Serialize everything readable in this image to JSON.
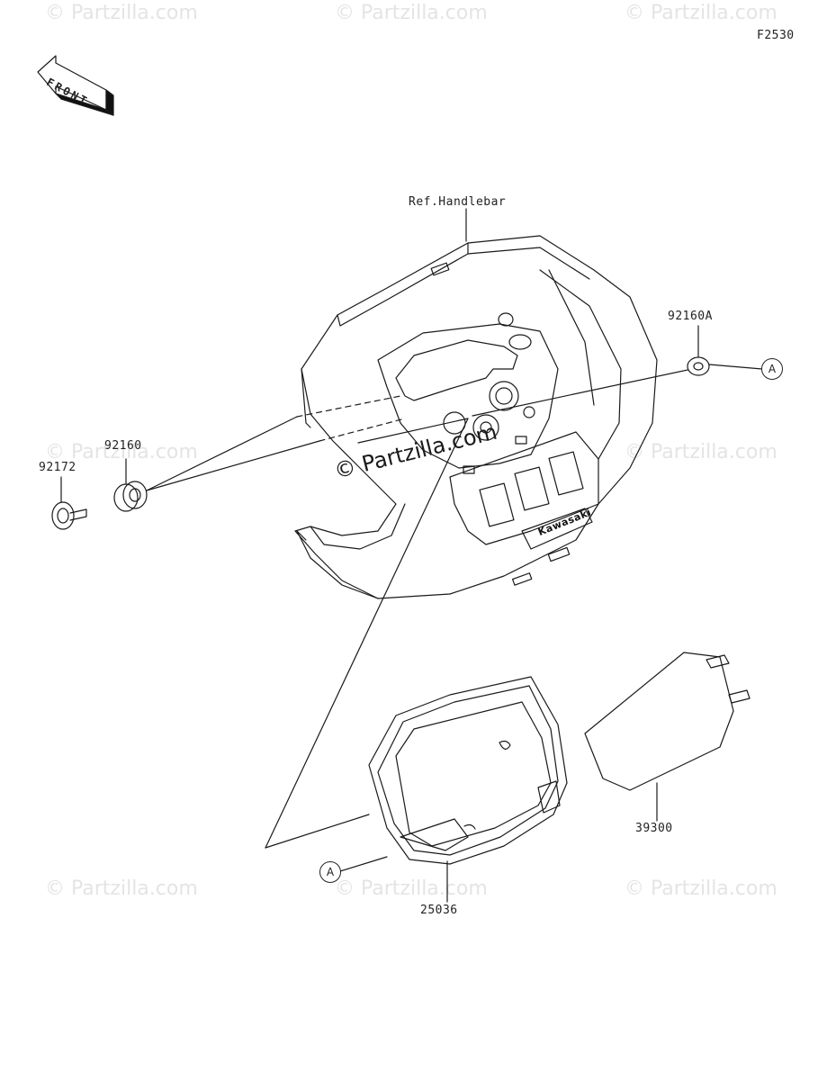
{
  "diagram": {
    "code": "F2530",
    "front_label": "FRONT",
    "brand_text": "Kawasaki",
    "reference_label": "Ref.Handlebar",
    "callout_letter": "A",
    "parts": {
      "p92172": "92172",
      "p92160": "92160",
      "p92160A": "92160A",
      "p25036": "25036",
      "p39300": "39300"
    },
    "watermark": "© Partzilla.com"
  },
  "colors": {
    "line": "#1a1a1a",
    "watermark": "#e4e4e4",
    "background": "#ffffff"
  }
}
